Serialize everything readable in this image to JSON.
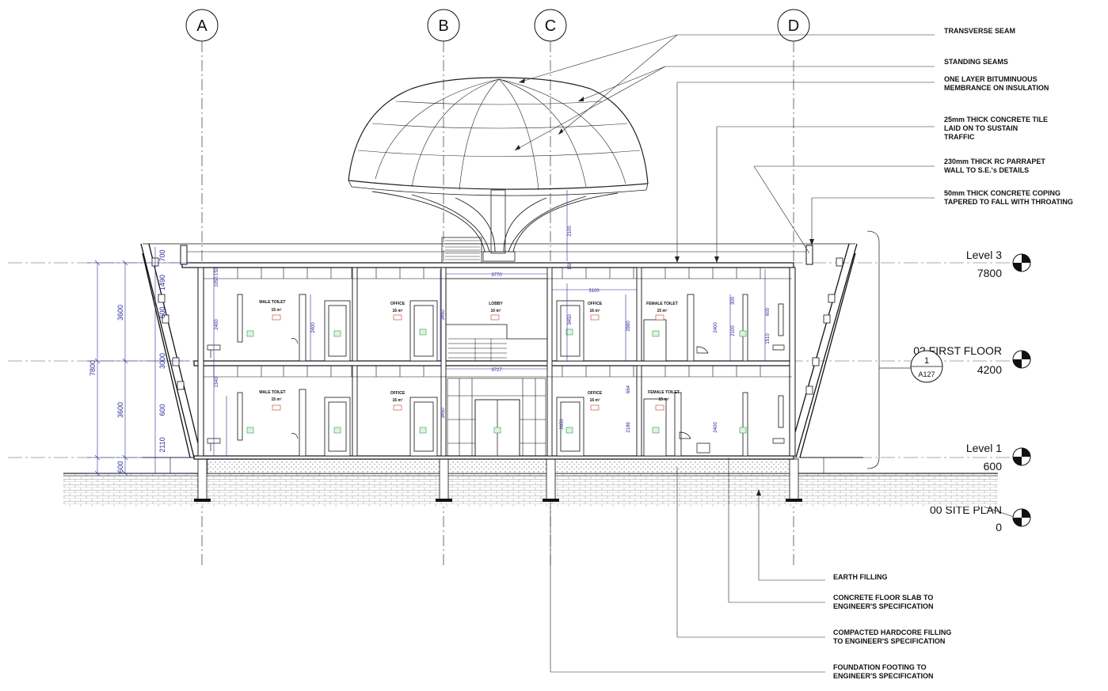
{
  "grid_lines": [
    {
      "label": "A"
    },
    {
      "label": "B"
    },
    {
      "label": "C"
    },
    {
      "label": "D"
    }
  ],
  "annotations": {
    "transverse_seam": "TRANSVERSE SEAM",
    "standing_seams": "STANDING SEAMS",
    "bitumen_1": "ONE LAYER BITUMINUOUS",
    "bitumen_2": "MEMBRANCE ON INSULATION",
    "tile_1": "25mm THICK CONCRETE TILE",
    "tile_2": "LAID ON TO SUSTAIN",
    "tile_3": "TRAFFIC",
    "parapet_1": "230mm THICK RC PARRAPET",
    "parapet_2": "WALL TO S.E.'s DETAILS",
    "coping_1": "50mm THICK CONCRETE COPING",
    "coping_2": "TAPERED TO FALL WITH THROATING",
    "earth": "EARTH FILLING",
    "slab_1": "CONCRETE FLOOR SLAB TO",
    "slab_2": "ENGINEER'S SPECIFICATION",
    "hardcore_1": "COMPACTED HARDCORE FILLING",
    "hardcore_2": "TO ENGINEER'S SPECIFICATION",
    "footing_1": "FOUNDATION FOOTING TO",
    "footing_2": "ENGINEER'S SPECIFICATION"
  },
  "levels": [
    {
      "name": "Level 3",
      "elevation": "7800"
    },
    {
      "name": "02 FIRST FLOOR",
      "elevation": "4200"
    },
    {
      "name": "Level 1",
      "elevation": "600"
    },
    {
      "name": "00 SITE PLAN",
      "elevation": "0"
    }
  ],
  "section_ref": {
    "number": "1",
    "sheet": "A127"
  },
  "overall_dims": {
    "total": "7800",
    "upper": "3600",
    "lower": "3600",
    "plinth": "600",
    "parapet": "700",
    "d1490": "1490",
    "d600a": "600",
    "d3000": "3000",
    "d600b": "600",
    "d2110": "2110"
  },
  "inner_dims": {
    "d150a": "150",
    "d2100": "2100",
    "d150b": "150",
    "w3770": "3770",
    "w3100": "3100",
    "w3727": "3727",
    "h2400a": "2400",
    "h2400b": "2400",
    "h3450a": "3450",
    "h3450b": "3450",
    "h2880": "2880",
    "h2400c": "2400",
    "h2100": "2100",
    "h1510": "1510",
    "h600": "600",
    "h1050": "1050",
    "h1340": "1340",
    "h300": "300",
    "h3450c": "3450",
    "h2650": "2650",
    "h2186": "2186",
    "h664": "664",
    "h2400d": "2400"
  },
  "rooms": {
    "male_toilet_1": "MALE TOILET",
    "office_1": "OFFICE",
    "lobby": "LOBBY",
    "office_2": "OFFICE",
    "female_toilet_1": "FEMALE TOILET",
    "male_toilet_0": "MALE TOILET",
    "office_3": "OFFICE",
    "office_4": "OFFICE",
    "female_toilet_0": "FEMALE TOILET",
    "area_15": "15 m²",
    "area_16": "16 m²",
    "area_10": "10 m²"
  },
  "colors": {
    "line": "#1a1a1a",
    "dimension": "#2b2b9a",
    "tag": "#c0392b",
    "door_tag": "#2e9e3a"
  }
}
